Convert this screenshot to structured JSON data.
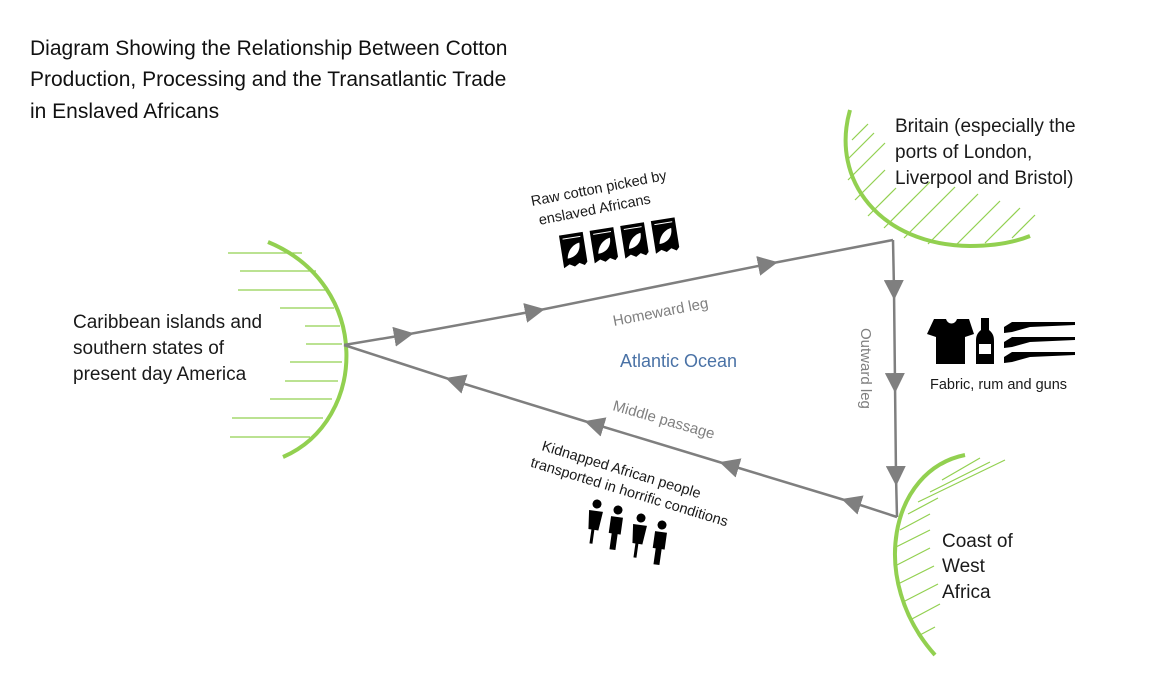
{
  "title": {
    "line1": "Diagram Showing the Relationship Between Cotton",
    "line2": "Production, Processing and the Transatlantic Trade",
    "line3": "in Enslaved Africans"
  },
  "regions": {
    "britain": [
      "Britain  (especially the",
      "ports of London,",
      "Liverpool and Bristol)"
    ],
    "caribbean": [
      "Caribbean islands and",
      "southern states of",
      "present day America"
    ],
    "west_africa": [
      "Coast of",
      "West",
      "Africa"
    ]
  },
  "ocean_label": "Atlantic Ocean",
  "legs": {
    "homeward": "Homeward leg",
    "outward": "Outward leg",
    "middle": "Middle passage"
  },
  "cargo": {
    "cotton": [
      "Raw cotton picked by",
      "enslaved Africans"
    ],
    "goods": "Fabric, rum and guns",
    "people": [
      "Kidnapped African people",
      "transported in horrific conditions"
    ]
  },
  "colors": {
    "coast_line": "#92d050",
    "route_line": "#7f7f7f",
    "ocean_text": "#4a72a6",
    "icon": "#000000"
  },
  "icons": [
    "cotton-bag-icon",
    "tshirt-icon",
    "bottle-icon",
    "rifle-icon",
    "person-icon"
  ]
}
